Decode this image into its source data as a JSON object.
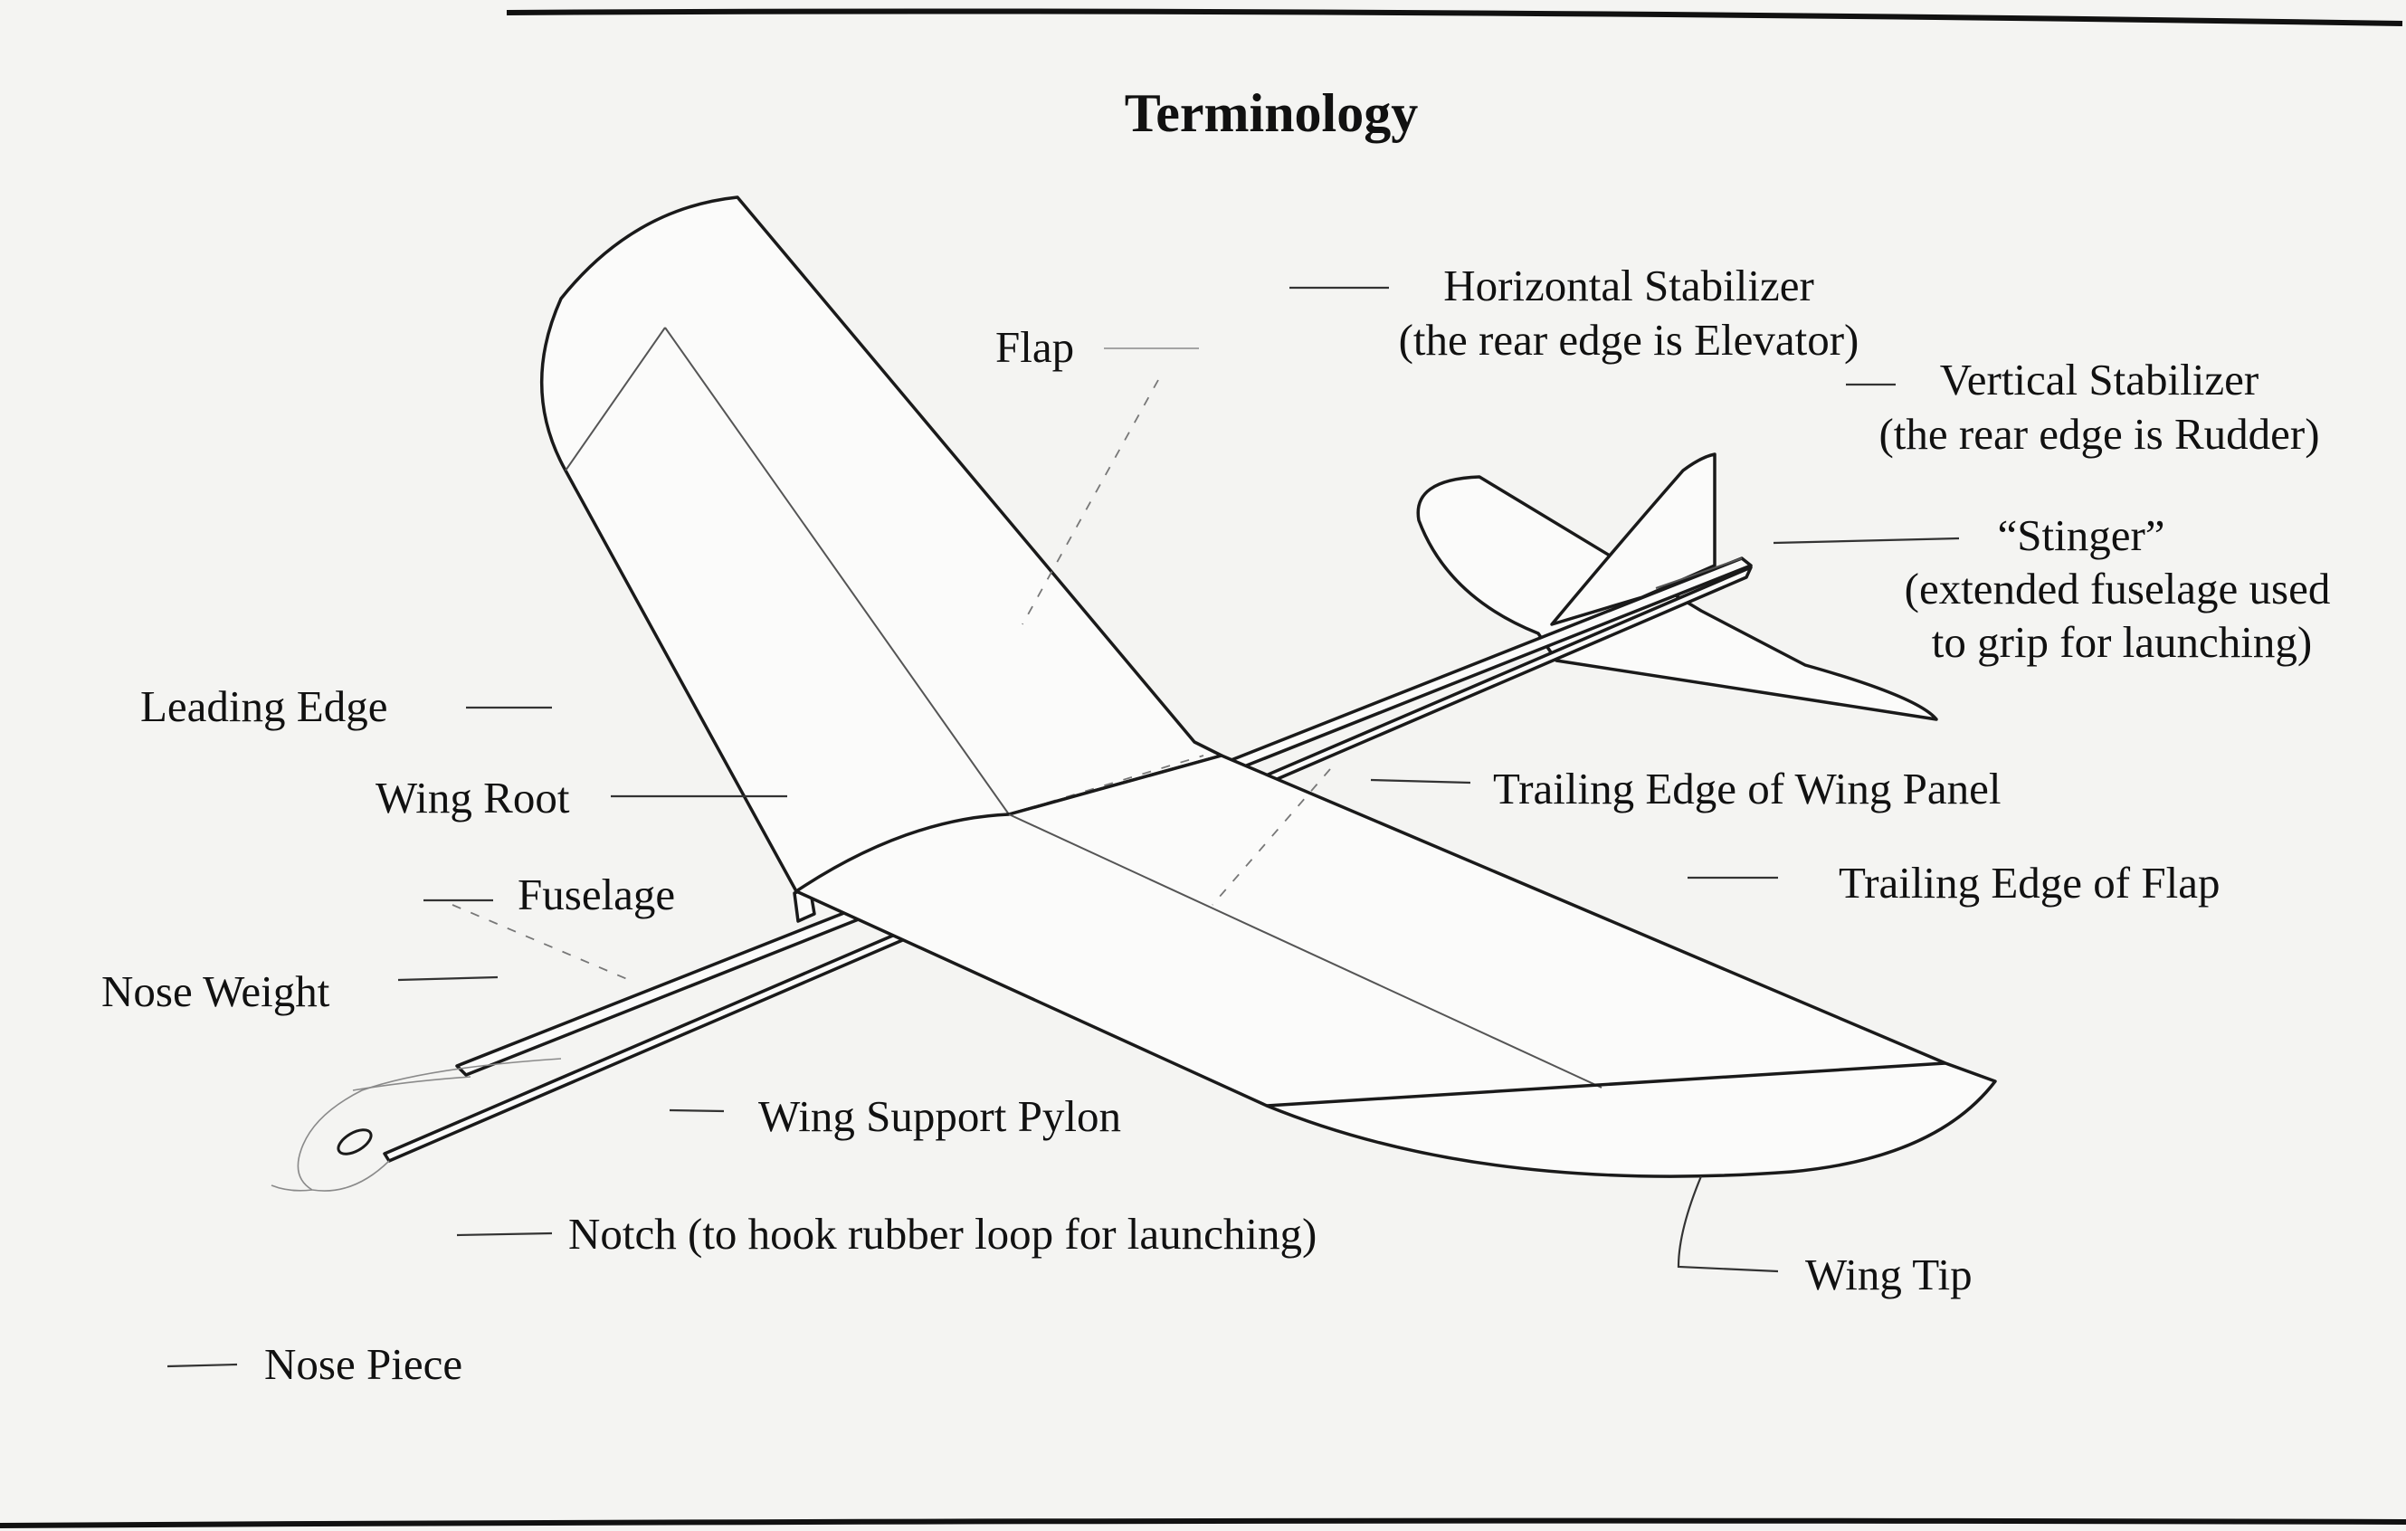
{
  "title": "Terminology",
  "labels": {
    "flap": "Flap",
    "horizontal_stabilizer": "Horizontal Stabilizer",
    "horizontal_stabilizer_note": "(the rear edge is Elevator)",
    "vertical_stabilizer": "Vertical Stabilizer",
    "vertical_stabilizer_note": "(the rear edge is Rudder)",
    "stinger": "“Stinger”",
    "stinger_note_1": "(extended fuselage used",
    "stinger_note_2": "to grip for launching)",
    "leading_edge": "Leading Edge",
    "wing_root": "Wing Root",
    "trailing_edge_wing_panel": "Trailing Edge of Wing Panel",
    "fuselage": "Fuselage",
    "trailing_edge_flap": "Trailing Edge of Flap",
    "nose_weight": "Nose Weight",
    "wing_support_pylon": "Wing Support Pylon",
    "notch": "Notch (to hook rubber loop for launching)",
    "wing_tip": "Wing Tip",
    "nose_piece": "Nose Piece"
  },
  "colors": {
    "ink": "#111111",
    "paper": "#f4f4f2"
  }
}
